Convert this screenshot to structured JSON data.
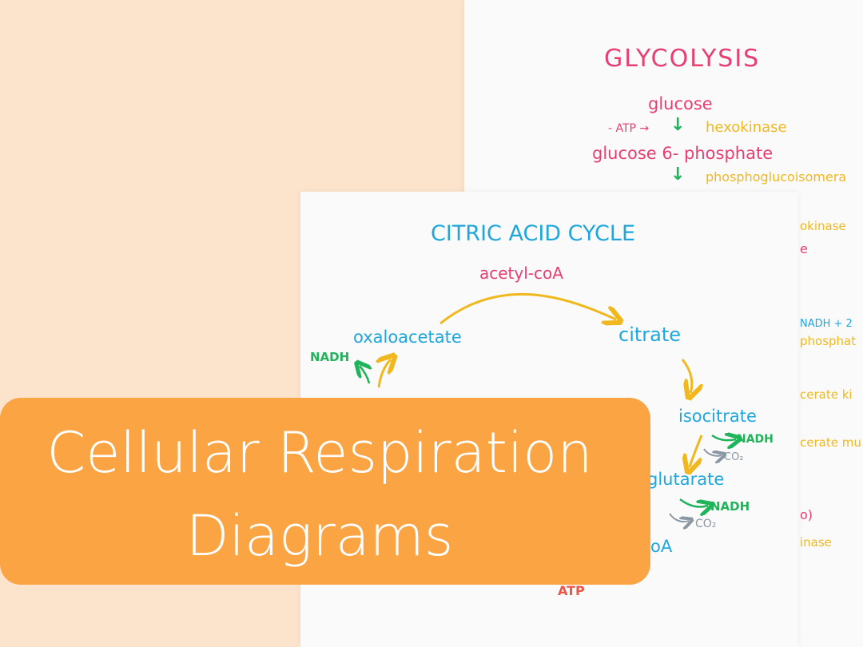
{
  "glycolysis": {
    "title": "GLYCOLYSIS",
    "glucose": "glucose",
    "minus_atp": "- ATP →",
    "down1": "↓",
    "hexokinase": "hexokinase",
    "g6p": "glucose 6- phosphate",
    "down2": "↓",
    "phosphoglucoisomerase": "phosphoglucoisomera",
    "frag_kinase": "okinase",
    "frag_e": "e",
    "frag_nadh": "NADH + 2",
    "frag_phosphat": "phosphat",
    "frag_erate_k": "cerate ki",
    "frag_erate_mu": "cerate mu",
    "frag_paren": "o)",
    "frag_inase": "inase"
  },
  "citric_acid_cycle": {
    "title": "CITRIC ACID CYCLE",
    "acetyl_coa": "acetyl-coA",
    "citrate": "citrate",
    "oxaloacetate": "oxaloacetate",
    "nadh_left": "NADH",
    "isocitrate": "isocitrate",
    "nadh_1": "NADH",
    "co2_1": "CO₂",
    "alpha_ketoglutarate": "glutarate",
    "nadh_2": "NADH",
    "co2_2": "CO₂",
    "succinyl_coa": "oA",
    "atp": "ATP"
  },
  "banner": {
    "line1": "Cellular Respiration",
    "line2": "Diagrams",
    "color": "#fba444"
  }
}
